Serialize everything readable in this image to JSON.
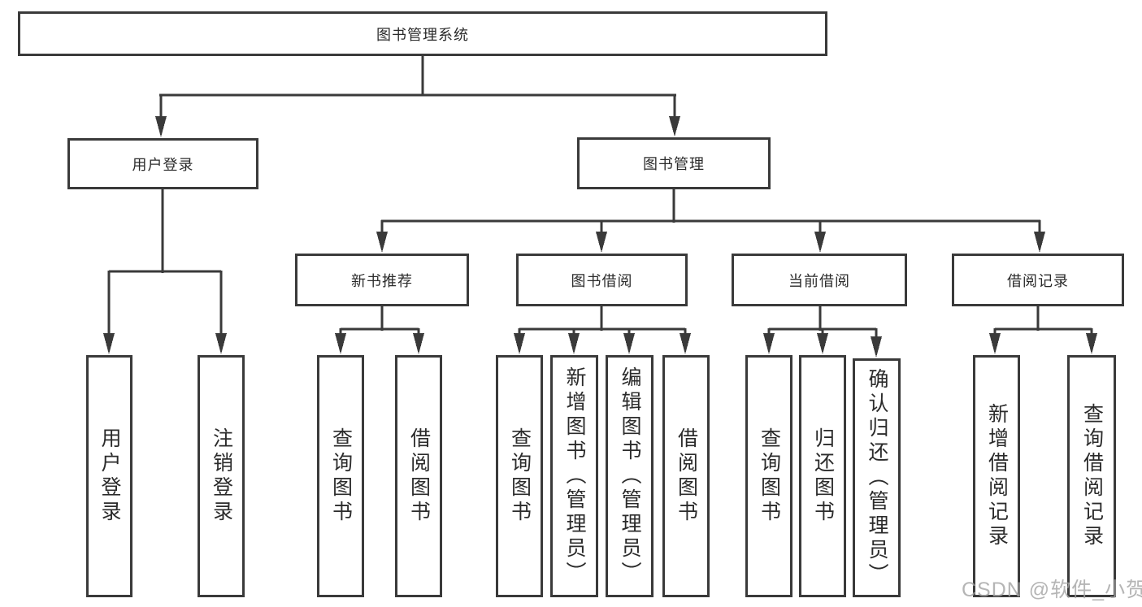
{
  "diagram_title": "图书管理系统",
  "tree": {
    "root": {
      "label": "图书管理系统"
    },
    "level1": [
      {
        "label": "用户登录"
      },
      {
        "label": "图书管理"
      }
    ],
    "level2": [
      {
        "label": "新书推荐"
      },
      {
        "label": "图书借阅"
      },
      {
        "label": "当前借阅"
      },
      {
        "label": "借阅记录"
      }
    ],
    "leaves": {
      "user_login": [
        {
          "label": "用户登录"
        },
        {
          "label": "注销登录"
        }
      ],
      "new_books": [
        {
          "label": "查询图书"
        },
        {
          "label": "借阅图书"
        }
      ],
      "book_borrow": [
        {
          "label": "查询图书"
        },
        {
          "label": "新增图书（管理员）"
        },
        {
          "label": "编辑图书（管理员）"
        },
        {
          "label": "借阅图书"
        }
      ],
      "current_borrow": [
        {
          "label": "查询图书"
        },
        {
          "label": "归还图书"
        },
        {
          "label": "确认归还（管理员）"
        }
      ],
      "borrow_records": [
        {
          "label": "新增借阅记录"
        },
        {
          "label": "查询借阅记录"
        }
      ]
    }
  },
  "watermark": "CSDN @软件_小贺同学",
  "colors": {
    "line": "#3a3a3a",
    "text": "#2b2b2b",
    "watermark": "#a5a5a5",
    "background": "#ffffff"
  }
}
